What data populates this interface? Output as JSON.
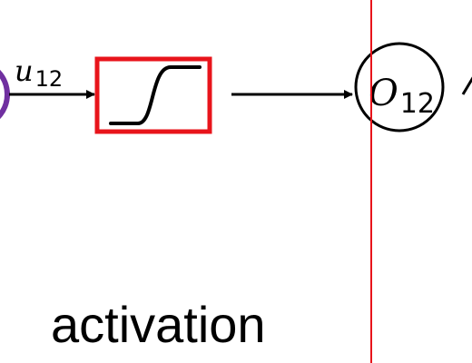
{
  "edge_in": {
    "variable": "u",
    "subscript": "12"
  },
  "output_node": {
    "variable": "O",
    "subscript": "12"
  },
  "caption": "activation",
  "colors": {
    "input_node": "#7030a0",
    "activation_box": "#e8141b",
    "divider": "#e8141b",
    "ink": "#000000"
  },
  "icons": {
    "activation_function": "sigmoid-curve-icon"
  }
}
